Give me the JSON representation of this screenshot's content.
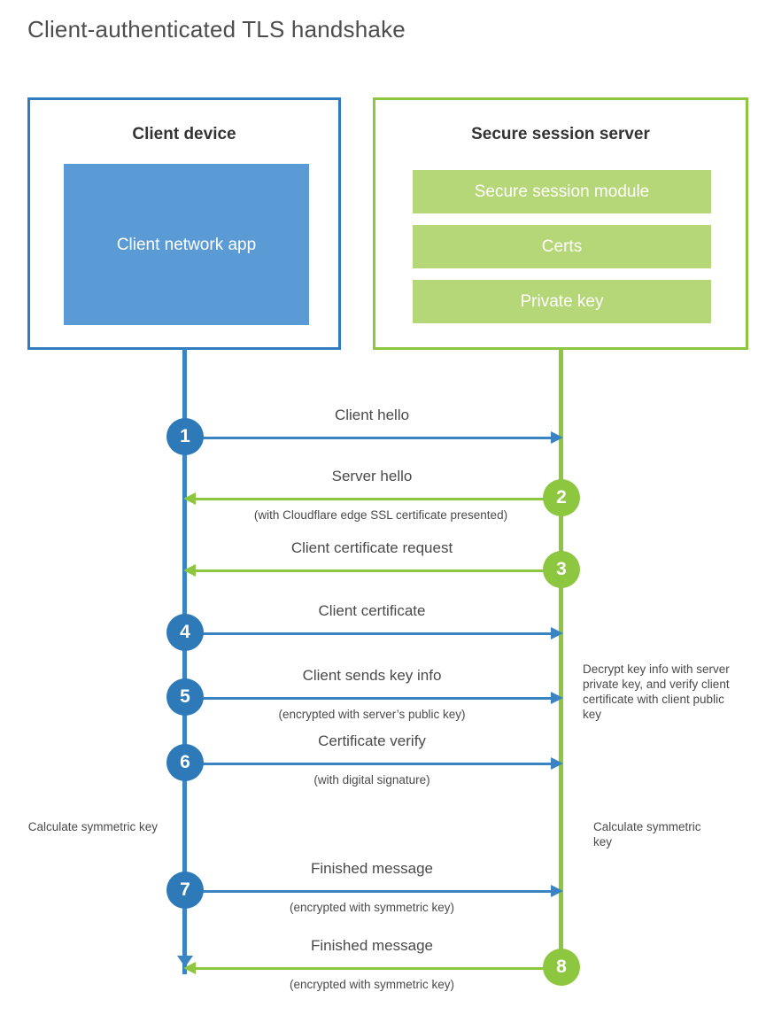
{
  "title": "Client-authenticated TLS handshake",
  "colors": {
    "blue_border": "#2f7cc0",
    "blue_line": "#3b84c4",
    "blue_badge": "#2e7ab9",
    "blue_fill": "#5b9bd5",
    "green_border": "#8dc63f",
    "green_line": "#8dc63f",
    "green_badge": "#8dc63f",
    "green_fill": "#b5d777",
    "text": "#4a4a4a",
    "heading": "#333333"
  },
  "entities": {
    "client": {
      "title": "Client device",
      "app_label": "Client network app"
    },
    "server": {
      "title": "Secure session server",
      "chips": [
        "Secure session module",
        "Certs",
        "Private key"
      ]
    }
  },
  "messages": [
    {
      "number": "1",
      "label": "Client hello",
      "sublabel": "",
      "direction": "client-to-server",
      "color": "blue"
    },
    {
      "number": "2",
      "label": "Server hello",
      "sublabel": "(with Cloudflare edge SSL certificate presented)",
      "direction": "server-to-client",
      "color": "green"
    },
    {
      "number": "3",
      "label": "Client certificate request",
      "sublabel": "",
      "direction": "server-to-client",
      "color": "green"
    },
    {
      "number": "4",
      "label": "Client certificate",
      "sublabel": "",
      "direction": "client-to-server",
      "color": "blue"
    },
    {
      "number": "5",
      "label": "Client sends key info",
      "sublabel": "(encrypted with server’s public key)",
      "direction": "client-to-server",
      "color": "blue"
    },
    {
      "number": "6",
      "label": "Certificate verify",
      "sublabel": "(with digital signature)",
      "direction": "client-to-server",
      "color": "blue"
    },
    {
      "number": "7",
      "label": "Finished message",
      "sublabel": "(encrypted with symmetric key)",
      "direction": "client-to-server",
      "color": "blue"
    },
    {
      "number": "8",
      "label": "Finished message",
      "sublabel": "(encrypted with symmetric key)",
      "direction": "server-to-client",
      "color": "green"
    }
  ],
  "annotations": {
    "server_decrypt": "Decrypt key info with server private key, and verify client certificate with client public key",
    "client_calculate": "Calculate symmetric key",
    "server_calculate": "Calculate symmetric key"
  }
}
